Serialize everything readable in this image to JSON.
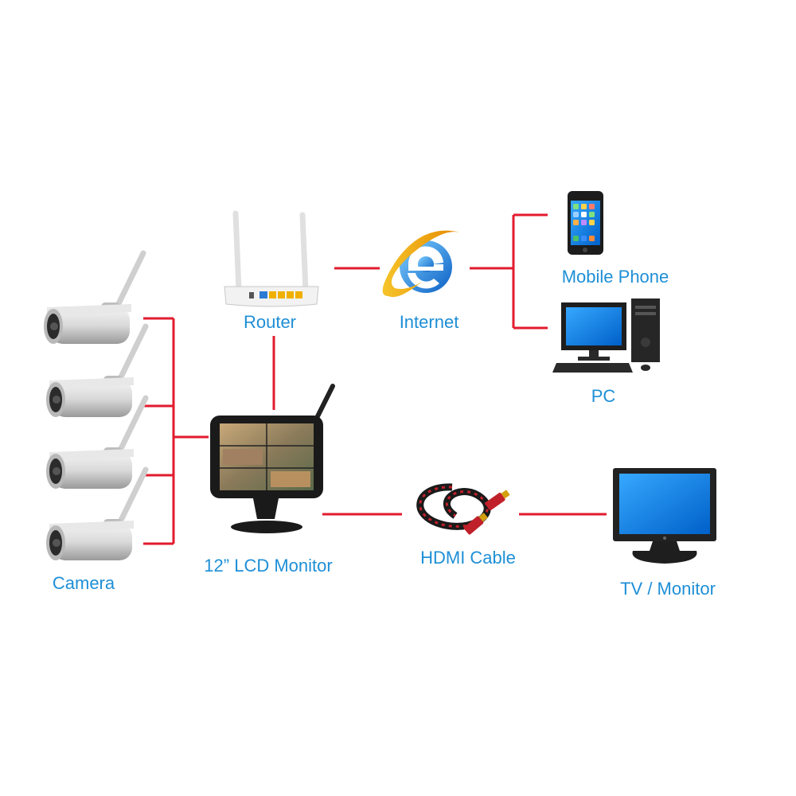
{
  "colors": {
    "connector": "#e21b2e",
    "label": "#1e8fd6"
  },
  "nodes": {
    "camera": {
      "label": "Camera",
      "icon": "bullet-camera-icon"
    },
    "router": {
      "label": "Router",
      "icon": "wifi-router-icon"
    },
    "internet": {
      "label": "Internet",
      "icon": "internet-explorer-icon"
    },
    "mobile_phone": {
      "label": "Mobile Phone",
      "icon": "smartphone-icon"
    },
    "pc": {
      "label": "PC",
      "icon": "desktop-pc-icon"
    },
    "lcd_monitor": {
      "label": "12”  LCD Monitor",
      "icon": "lcd-monitor-icon"
    },
    "hdmi_cable": {
      "label": "HDMI Cable",
      "icon": "hdmi-cable-icon"
    },
    "tv_monitor": {
      "label": "TV / Monitor",
      "icon": "tv-monitor-icon"
    }
  }
}
